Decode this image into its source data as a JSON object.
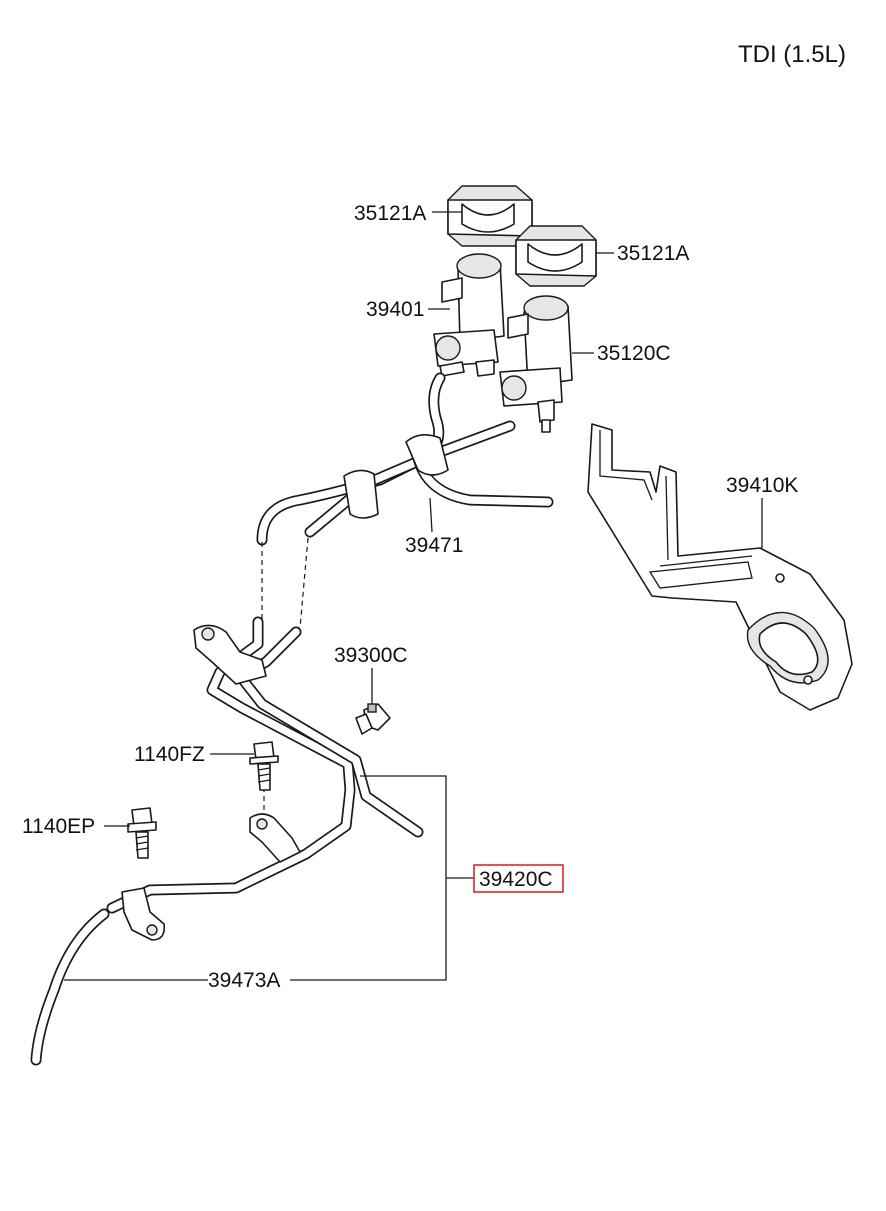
{
  "title": "TDI (1.5L)",
  "labels": {
    "clip_left": "35121A",
    "clip_right": "35121A",
    "valve_left": "39401",
    "valve_right": "35120C",
    "bracket": "39410K",
    "hose": "39471",
    "sensor": "39300C",
    "bolt_fz": "1140FZ",
    "bolt_ep": "1140EP",
    "hose_assembly": "39420C",
    "hose_lower": "39473A"
  },
  "colors": {
    "highlight_box": "#e0262b",
    "line": "#1a1a1a"
  }
}
